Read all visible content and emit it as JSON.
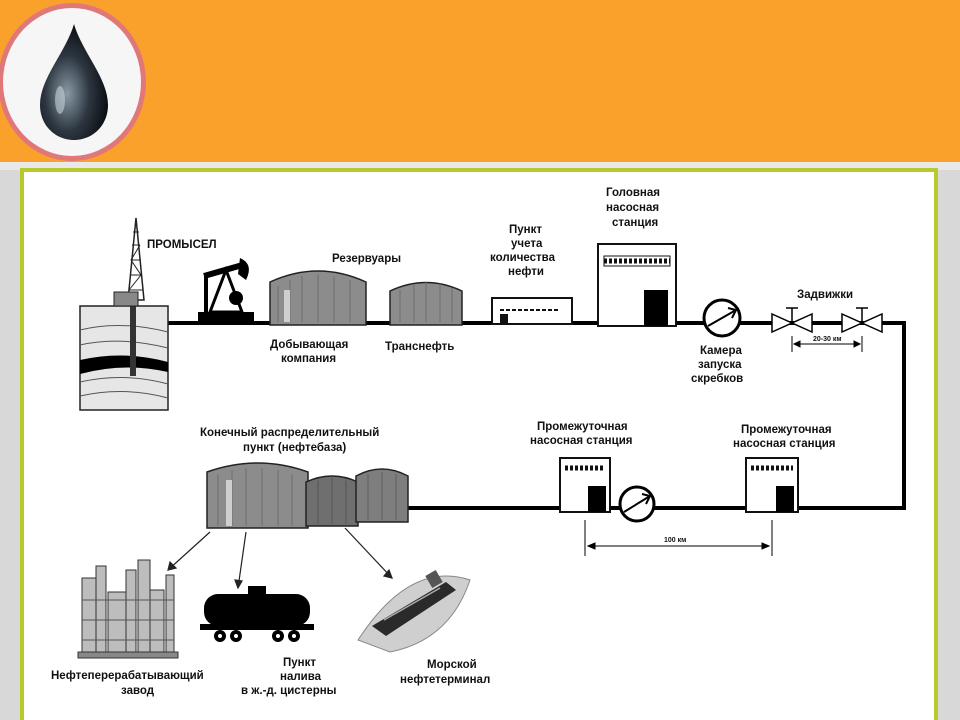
{
  "colors": {
    "header_orange": "#f9a12a",
    "frame_green": "#b8c92e",
    "logo_ring": "#e0787a",
    "pipe": "#000000",
    "tank_gray": "#8c8c8c"
  },
  "icons": [
    "oil-drop-icon",
    "oil-derrick-icon",
    "pumpjack-icon",
    "tank-icon",
    "pump-station-icon",
    "pig-launcher-icon",
    "valve-icon",
    "refinery-icon",
    "rail-tank-car-icon",
    "tanker-ship-icon"
  ],
  "labels": {
    "field": "ПРОМЫСЕЛ",
    "reservoirs": "Резервуары",
    "producer": [
      "Добывающая",
      "компания"
    ],
    "transneft": "Транснефть",
    "metering": [
      "Пункт",
      "учета",
      "количества",
      "нефти"
    ],
    "head_station": [
      "Головная",
      "насосная",
      "станция"
    ],
    "pig_chamber": [
      "Камера",
      "запуска",
      "скребков"
    ],
    "valves": "Задвижки",
    "valve_distance": "20-30 км",
    "intermediate_1": [
      "Промежуточная",
      "насосная станция"
    ],
    "intermediate_2": [
      "Промежуточная",
      "насосная станция"
    ],
    "station_distance": "100 км",
    "final_point": [
      "Конечный распределительный",
      "пункт (нефтебаза)"
    ],
    "refinery": [
      "Нефтеперерабатывающий",
      "завод"
    ],
    "rail_loading": [
      "Пункт",
      "налива",
      "в ж.-д. цистерны"
    ],
    "sea_terminal": [
      "Морской",
      "нефтетерминал"
    ]
  }
}
